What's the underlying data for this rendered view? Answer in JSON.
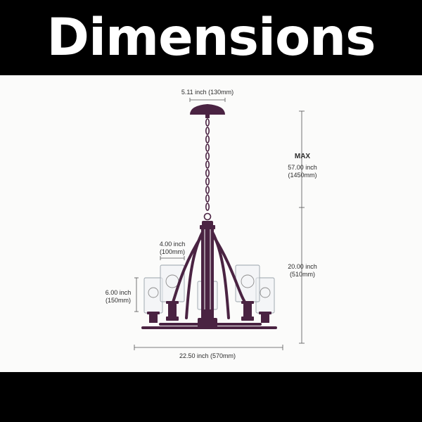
{
  "header": {
    "title": "Dimensions"
  },
  "dimensions": {
    "canopy_width": "5.11 inch (130mm)",
    "max_label": "MAX",
    "max_height_in": "57.00 inch",
    "max_height_mm": "(1450mm)",
    "shade_width_in": "4.00 inch",
    "shade_width_mm": "(100mm)",
    "body_height_in": "20.00 inch",
    "body_height_mm": "(510mm)",
    "shade_height_in": "6.00 inch",
    "shade_height_mm": "(150mm)",
    "overall_width": "22.50 inch (570mm)"
  },
  "colors": {
    "band": "#000000",
    "background": "#fbfbfa",
    "fixture_finish": "#4a2342",
    "dimension_line": "#555555"
  }
}
